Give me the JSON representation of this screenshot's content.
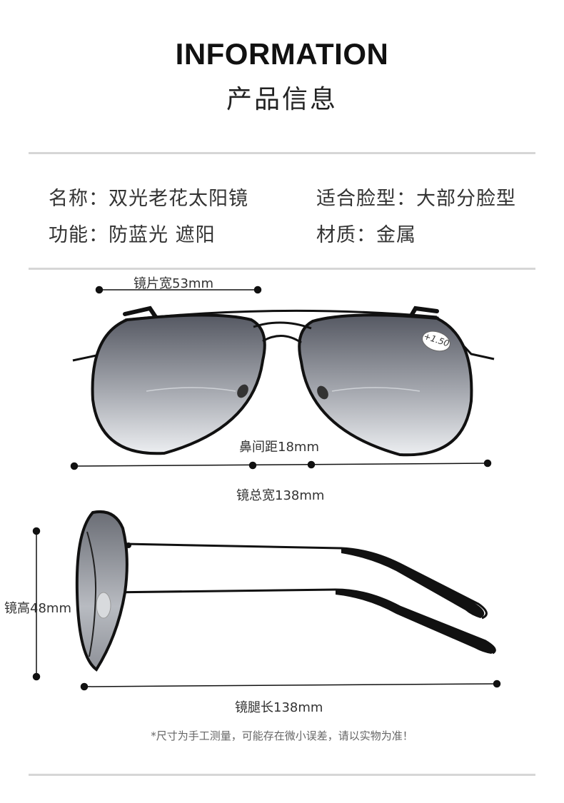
{
  "header": {
    "title_en": "INFORMATION",
    "title_cn": "产品信息"
  },
  "specs": {
    "name": "名称：双光老花太阳镜",
    "face": "适合脸型：大部分脸型",
    "function": "功能：防蓝光 遮阳",
    "material": "材质：金属"
  },
  "lens_mark": "+1.50",
  "dimensions": {
    "lens_width": "镜片宽53mm",
    "nose_bridge": "鼻间距18mm",
    "total_width": "镜总宽138mm",
    "lens_height": "镜高48mm",
    "temple_length": "镜腿长138mm"
  },
  "note": "*尺寸为手工测量，可能存在微小误差，请以实物为准！",
  "colors": {
    "frame": "#111111",
    "lens_top": "#5a5d66",
    "lens_bottom": "#e4e6ea",
    "rule": "#d6d6d6"
  }
}
